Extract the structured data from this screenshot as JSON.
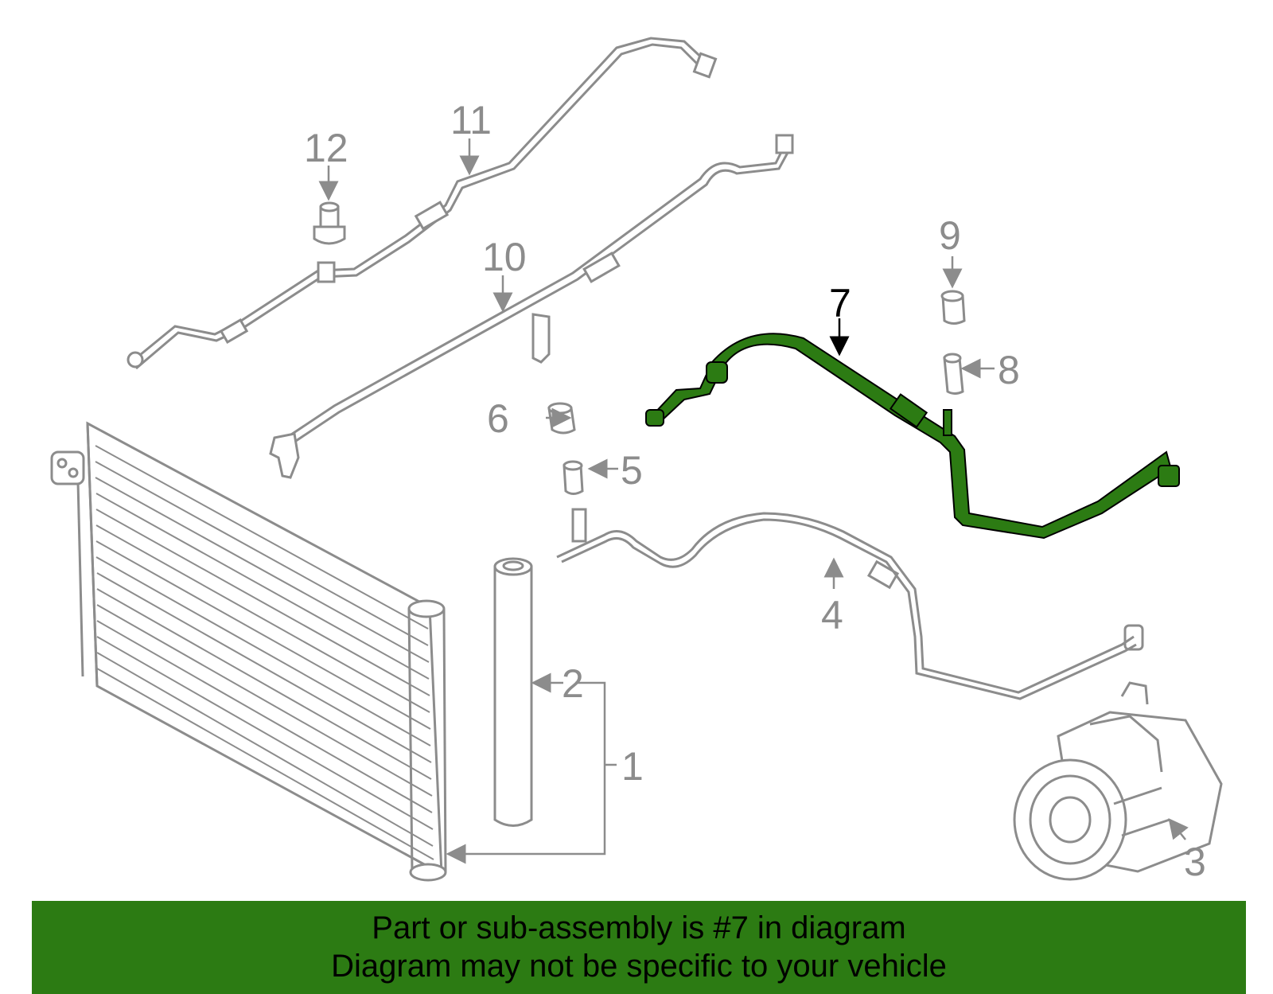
{
  "diagram": {
    "highlight_color": "#2c7b13",
    "line_color": "#8c8c8c",
    "callouts": [
      "1",
      "2",
      "3",
      "4",
      "5",
      "6",
      "7",
      "8",
      "9",
      "10",
      "11",
      "12"
    ],
    "highlighted_part": "7"
  },
  "banner": {
    "line1": "Part or sub-assembly is #7 in diagram",
    "line2": "Diagram may not be specific to your vehicle",
    "background": "#2c7b13"
  }
}
